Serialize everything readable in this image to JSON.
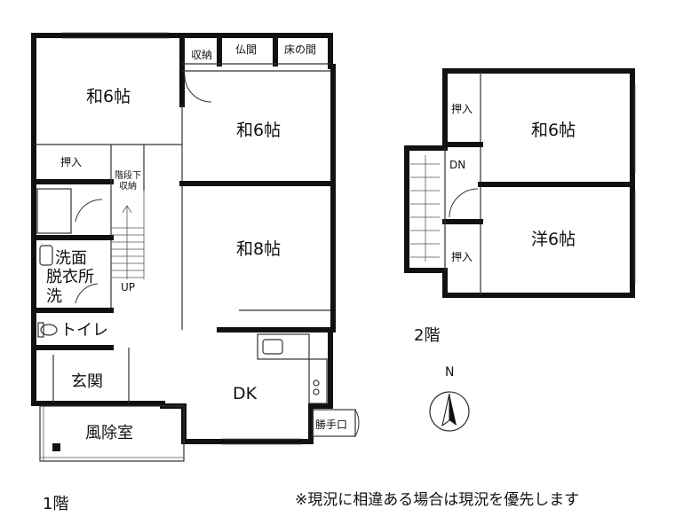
{
  "floor1": {
    "caption": "1階",
    "rooms": {
      "washitsu_a": "和6帖",
      "washitsu_b": "和6帖",
      "washitsu_c": "和8帖",
      "shuno": "収納",
      "butsuma": "仏間",
      "tokonoma": "床の間",
      "oshiire": "押入",
      "kaidan_line1": "階段下",
      "kaidan_line2": "収納",
      "senmen": "洗面",
      "datsui": "脱衣所",
      "sen": "洗",
      "toilet": "トイレ",
      "genkan": "玄関",
      "fujoshitsu": "風除室",
      "dk": "DK",
      "katteguchi": "勝手口",
      "up": "UP"
    }
  },
  "floor2": {
    "caption": "2階",
    "rooms": {
      "washitsu": "和6帖",
      "youshitsu": "洋6帖",
      "oshiire_a": "押入",
      "oshiire_b": "押入",
      "dn": "DN"
    }
  },
  "compass": {
    "label": "N"
  },
  "notice": "※現況に相違ある場合は現況を優先します"
}
